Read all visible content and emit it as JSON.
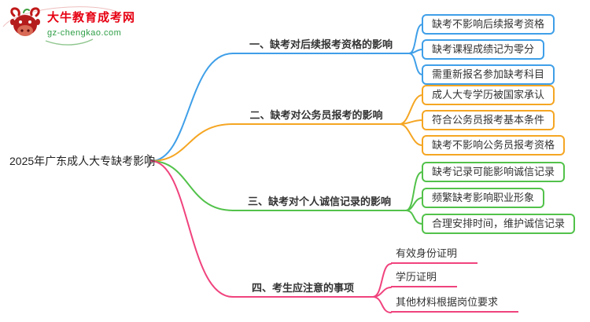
{
  "logo": {
    "title": "大牛教育成考网",
    "subtitle": "gz-chengkao.com"
  },
  "root": {
    "label": "2025年广东成人大专缺考影响"
  },
  "colors": {
    "branch1": "#3F9FE8",
    "branch2": "#F5A623",
    "branch3": "#52C24A",
    "branch4": "#F0437E",
    "logo_red": "#E60012",
    "logo_green": "#2E9E46"
  },
  "branches": [
    {
      "label": "一、缺考对后续报考资格的影响",
      "color": "#3F9FE8",
      "children": [
        "缺考不影响后续报考资格",
        "缺考课程成绩记为零分",
        "需重新报名参加缺考科目"
      ]
    },
    {
      "label": "二、缺考对公务员报考的影响",
      "color": "#F5A623",
      "children": [
        "成人大专学历被国家承认",
        "符合公务员报考基本条件",
        "缺考不影响公务员报考资格"
      ]
    },
    {
      "label": "三、缺考对个人诚信记录的影响",
      "color": "#52C24A",
      "children": [
        "缺考记录可能影响诚信记录",
        "频繁缺考影响职业形象",
        "合理安排时间，维护诚信记录"
      ]
    },
    {
      "label": "四、考生应注意的事项",
      "color": "#F0437E",
      "children": [
        "有效身份证明",
        "学历证明",
        "其他材料根据岗位要求"
      ]
    }
  ]
}
